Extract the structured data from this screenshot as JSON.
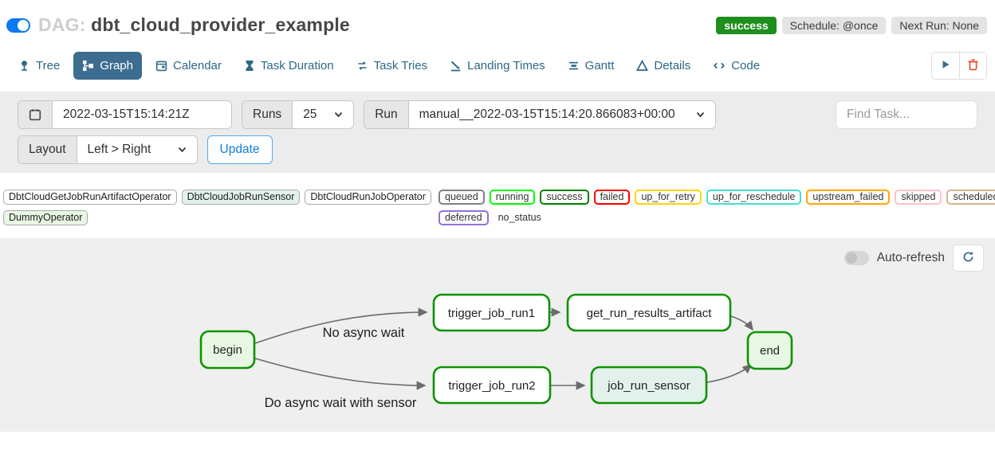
{
  "header": {
    "dag_label": "DAG:",
    "dag_name": "dbt_cloud_provider_example",
    "status_badge": "success",
    "schedule_badge": "Schedule: @once",
    "next_run_badge": "Next Run: None"
  },
  "tabs": [
    {
      "label": "Tree"
    },
    {
      "label": "Graph"
    },
    {
      "label": "Calendar"
    },
    {
      "label": "Task Duration"
    },
    {
      "label": "Task Tries"
    },
    {
      "label": "Landing Times"
    },
    {
      "label": "Gantt"
    },
    {
      "label": "Details"
    },
    {
      "label": "Code"
    }
  ],
  "toolbar": {
    "date_value": "2022-03-15T15:14:21Z",
    "runs_label": "Runs",
    "runs_value": "25",
    "run_label": "Run",
    "run_value": "manual__2022-03-15T15:14:20.866083+00:00",
    "find_task_placeholder": "Find Task...",
    "layout_label": "Layout",
    "layout_value": "Left > Right",
    "update_label": "Update"
  },
  "legend": {
    "operators": [
      {
        "label": "DbtCloudGetJobRunArtifactOperator",
        "bg": "#ffffff"
      },
      {
        "label": "DbtCloudJobRunSensor",
        "bg": "#e2f1ec"
      },
      {
        "label": "DbtCloudRunJobOperator",
        "bg": "#ffffff"
      },
      {
        "label": "DummyOperator",
        "bg": "#e8f7e4"
      }
    ],
    "statuses": [
      {
        "label": "queued",
        "color": "#808080"
      },
      {
        "label": "running",
        "color": "#00ff00"
      },
      {
        "label": "success",
        "color": "#008000"
      },
      {
        "label": "failed",
        "color": "#ff0000"
      },
      {
        "label": "up_for_retry",
        "color": "#ffd700"
      },
      {
        "label": "up_for_reschedule",
        "color": "#40e0d0"
      },
      {
        "label": "upstream_failed",
        "color": "#ffa500"
      },
      {
        "label": "skipped",
        "color": "#ffc0cb"
      },
      {
        "label": "scheduled",
        "color": "#d2b48c"
      },
      {
        "label": "deferred",
        "color": "#9370db"
      },
      {
        "label": "no_status",
        "color": null
      }
    ]
  },
  "graph": {
    "auto_refresh_label": "Auto-refresh",
    "nodes": [
      {
        "label": "begin",
        "fill": "#e8f7e4"
      },
      {
        "label": "trigger_job_run1",
        "fill": "#ffffff"
      },
      {
        "label": "get_run_results_artifact",
        "fill": "#ffffff"
      },
      {
        "label": "trigger_job_run2",
        "fill": "#ffffff"
      },
      {
        "label": "job_run_sensor",
        "fill": "#e2f1ec"
      },
      {
        "label": "end",
        "fill": "#e8f7e4"
      }
    ],
    "edge_labels": [
      {
        "text": "No async wait"
      },
      {
        "text": "Do async wait with sensor"
      }
    ]
  }
}
